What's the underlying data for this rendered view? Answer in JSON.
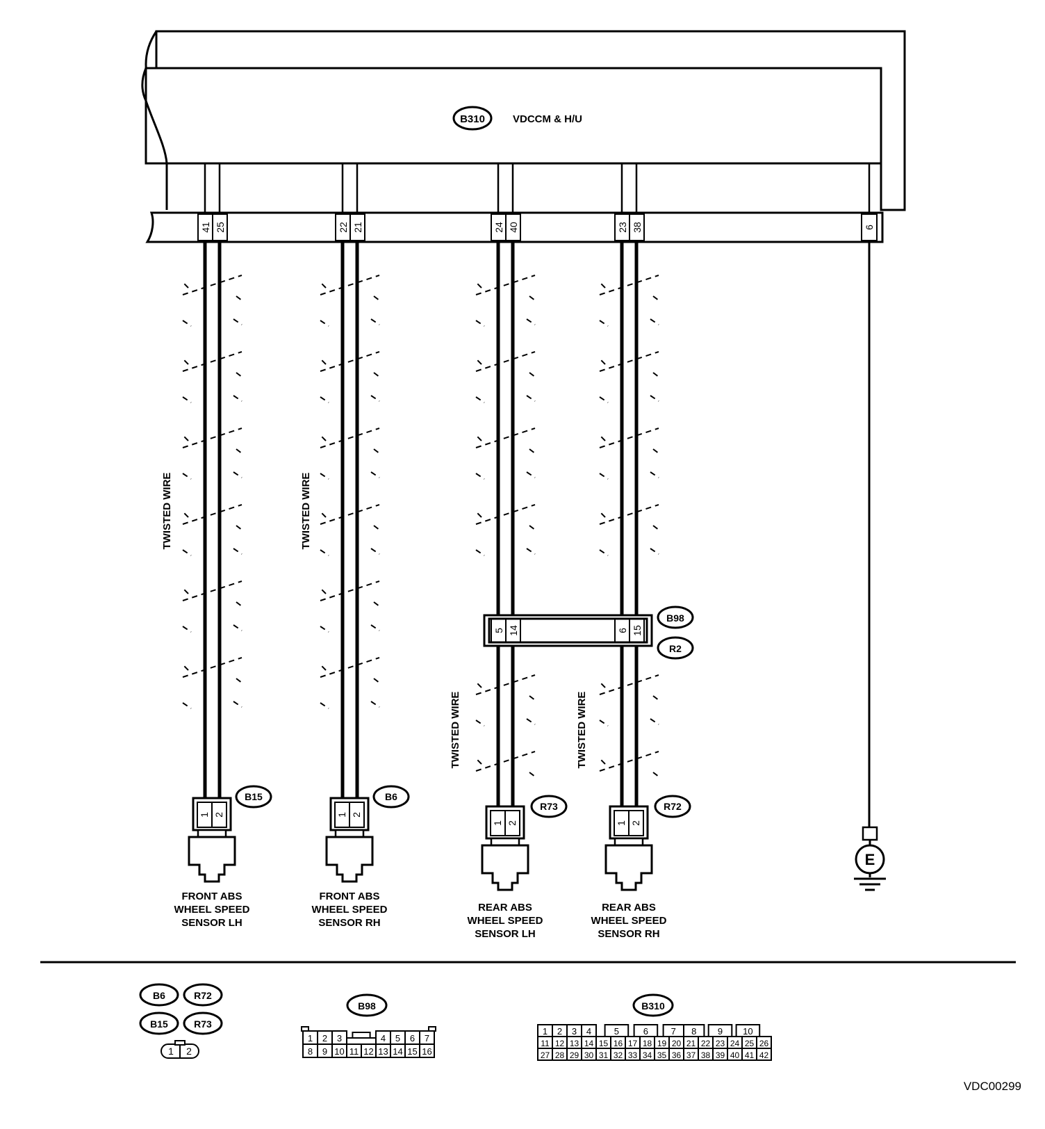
{
  "module": {
    "connector": "B310",
    "label": "VDCCM & H/U"
  },
  "module_pins": [
    "41",
    "25",
    "22",
    "21",
    "24",
    "40",
    "23",
    "38",
    "6"
  ],
  "twisted_label": "TWISTED WIRE",
  "joint": {
    "pins": [
      "5",
      "14",
      "6",
      "15"
    ],
    "connector_top": "B98",
    "connector_bottom": "R2"
  },
  "sensors": [
    {
      "connector": "B15",
      "pins": [
        "1",
        "2"
      ],
      "lines": [
        "FRONT ABS",
        "WHEEL SPEED",
        "SENSOR LH"
      ]
    },
    {
      "connector": "B6",
      "pins": [
        "1",
        "2"
      ],
      "lines": [
        "FRONT ABS",
        "WHEEL SPEED",
        "SENSOR RH"
      ]
    },
    {
      "connector": "R73",
      "pins": [
        "1",
        "2"
      ],
      "lines": [
        "REAR ABS",
        "WHEEL SPEED",
        "SENSOR LH"
      ]
    },
    {
      "connector": "R72",
      "pins": [
        "1",
        "2"
      ],
      "lines": [
        "REAR ABS",
        "WHEEL SPEED",
        "SENSOR RH"
      ]
    }
  ],
  "ground": {
    "label": "E"
  },
  "legend": {
    "small_connectors": [
      "B6",
      "R72",
      "B15",
      "R73"
    ],
    "small_pins": [
      "1",
      "2"
    ],
    "b98": {
      "label": "B98",
      "row1": [
        "1",
        "2",
        "3",
        "4",
        "5",
        "6",
        "7"
      ],
      "row2": [
        "8",
        "9",
        "10",
        "11",
        "12",
        "13",
        "14",
        "15",
        "16"
      ]
    },
    "b310": {
      "label": "B310",
      "row1": [
        "1",
        "2",
        "3",
        "4",
        "5",
        "6",
        "7",
        "8",
        "9",
        "10"
      ],
      "row2": [
        "11",
        "12",
        "13",
        "14",
        "15",
        "16",
        "17",
        "18",
        "19",
        "20",
        "21",
        "22",
        "23",
        "24",
        "25",
        "26"
      ],
      "row3": [
        "27",
        "28",
        "29",
        "30",
        "31",
        "32",
        "33",
        "34",
        "35",
        "36",
        "37",
        "38",
        "39",
        "40",
        "41",
        "42"
      ]
    }
  },
  "code": "VDC00299"
}
